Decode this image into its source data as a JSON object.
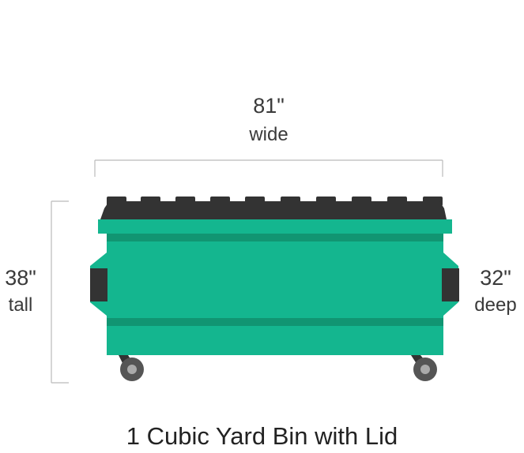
{
  "dimensions": {
    "width": {
      "value": "81\"",
      "unit": "wide"
    },
    "height": {
      "value": "38\"",
      "unit": "tall"
    },
    "depth": {
      "value": "32\"",
      "unit": "deep"
    }
  },
  "product": {
    "title": "1 Cubic Yard Bin with Lid"
  },
  "colors": {
    "bin_body": "#14b68f",
    "bin_band": "#119572",
    "lid": "#333333",
    "wheel": "#555555",
    "wheel_hub": "#aaaaaa",
    "dimension_line": "#bbbbbb"
  },
  "icons": {
    "bin": "dumpster-bin-icon"
  }
}
